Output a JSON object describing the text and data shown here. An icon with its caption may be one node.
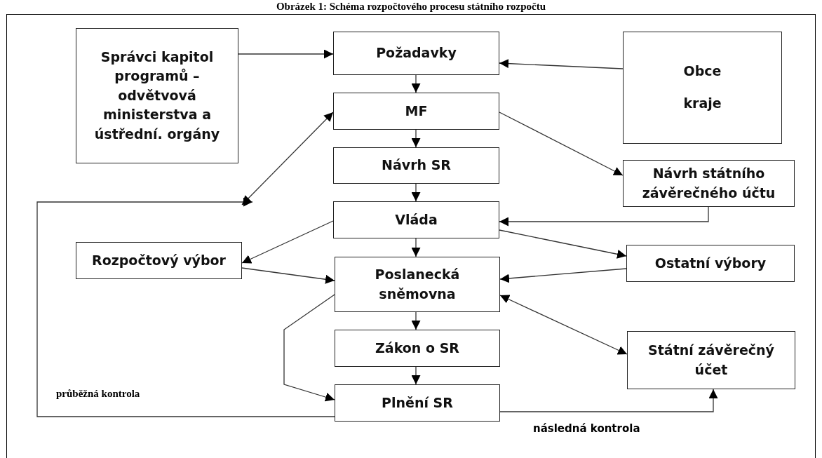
{
  "diagram": {
    "title": "Obrázek 1: Schéma rozpočtového procesu státního rozpočtu",
    "nodes": [
      {
        "text": [
          "Správci kapitol programů – odvětvová ministerstva a ústřední. orgány"
        ]
      },
      {
        "text": [
          "Požadavky"
        ]
      },
      {
        "text": [
          "Obce",
          "kraje"
        ]
      },
      {
        "text": [
          "MF"
        ]
      },
      {
        "text": [
          "Návrh SR"
        ]
      },
      {
        "text": [
          "Návrh státního závěrečného účtu"
        ]
      },
      {
        "text": [
          "Vláda"
        ]
      },
      {
        "text": [
          "Rozpočtový výbor"
        ]
      },
      {
        "text": [
          "Poslanecká sněmovna"
        ]
      },
      {
        "text": [
          "Ostatní výbory"
        ]
      },
      {
        "text": [
          "Zákon o SR"
        ]
      },
      {
        "text": [
          "Státní závěrečný účet"
        ]
      },
      {
        "text": [
          "Plnění SR"
        ]
      }
    ],
    "edges": [
      {
        "from": 0,
        "to": 1,
        "arrow": "to"
      },
      {
        "from": 2,
        "to": 1,
        "arrow": "to"
      },
      {
        "from": 1,
        "to": 3,
        "arrow": "to"
      },
      {
        "from": null,
        "to": 3,
        "arrow": "both"
      },
      {
        "from": 12,
        "to": null,
        "arrow": "to",
        "label": "průběžná kontrola"
      },
      {
        "from": 3,
        "to": 4,
        "arrow": "to"
      },
      {
        "from": 3,
        "to": 5,
        "arrow": "to"
      },
      {
        "from": 4,
        "to": 6,
        "arrow": "to"
      },
      {
        "from": 5,
        "to": 6,
        "arrow": "to"
      },
      {
        "from": 6,
        "to": 7,
        "arrow": "to"
      },
      {
        "from": 6,
        "to": 8,
        "arrow": "to"
      },
      {
        "from": 6,
        "to": 9,
        "arrow": "to"
      },
      {
        "from": 7,
        "to": 8,
        "arrow": "to"
      },
      {
        "from": 9,
        "to": 8,
        "arrow": "to"
      },
      {
        "from": 8,
        "to": 11,
        "arrow": "both"
      },
      {
        "from": 8,
        "to": 10,
        "arrow": "to"
      },
      {
        "from": 8,
        "to": 12,
        "arrow": "to"
      },
      {
        "from": 10,
        "to": 12,
        "arrow": "to"
      },
      {
        "from": 12,
        "to": 11,
        "arrow": "to",
        "label": "následná kontrola"
      }
    ]
  }
}
